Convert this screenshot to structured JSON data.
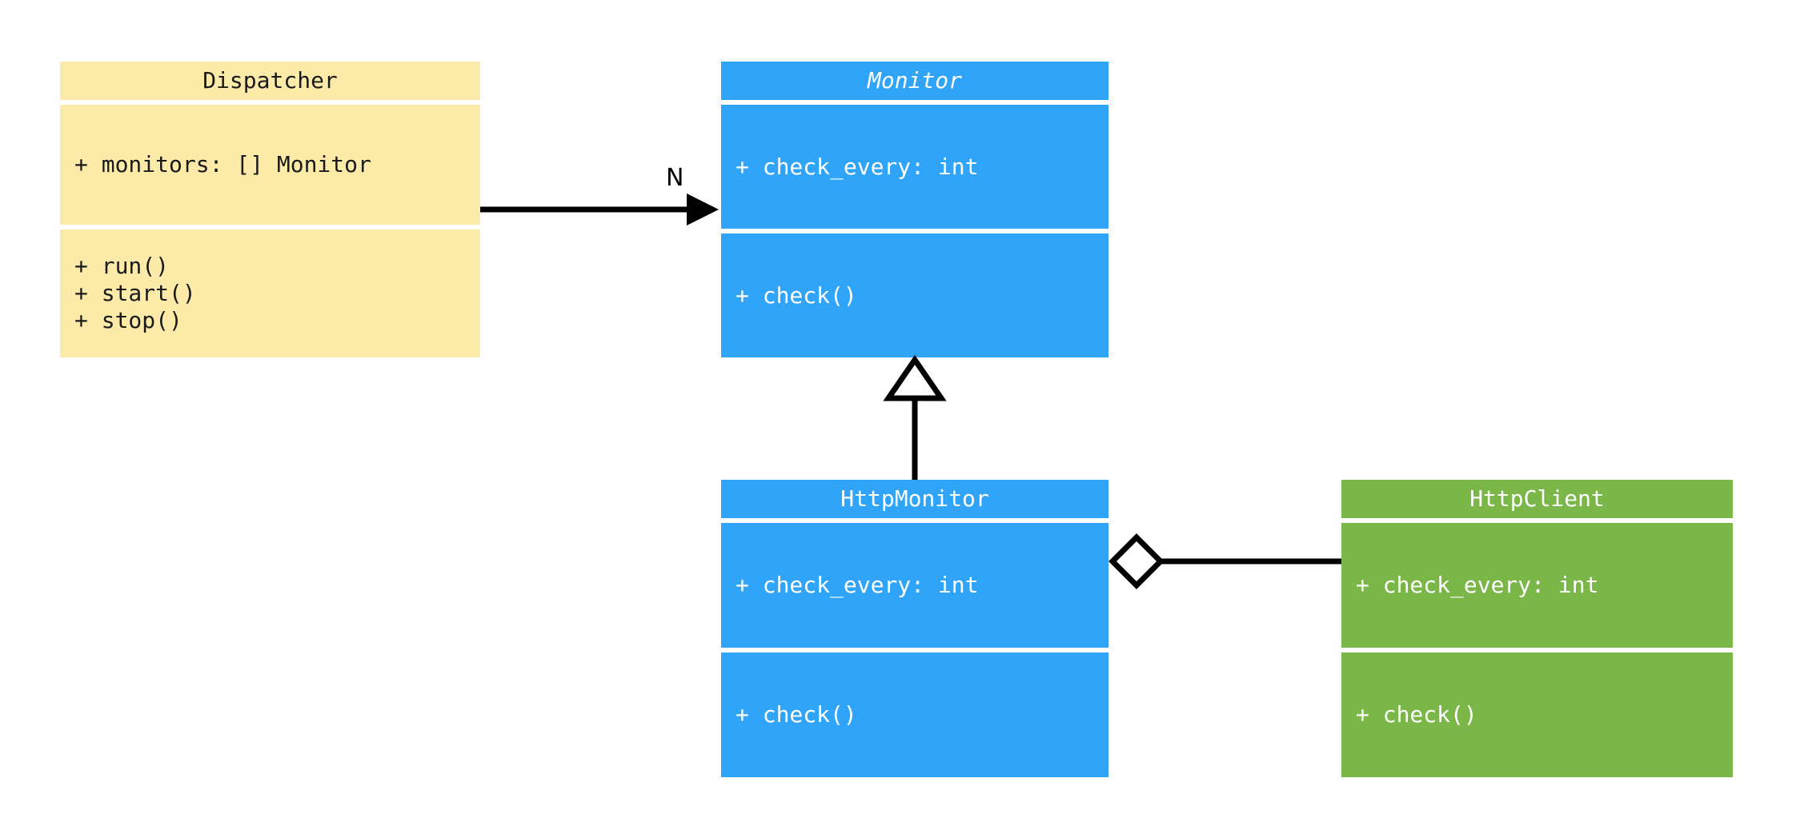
{
  "diagram": {
    "type": "uml-class-diagram",
    "background": "#ffffff",
    "colors": {
      "yellow": "#fceba8",
      "blue": "#2fa4f8",
      "green": "#7ab648",
      "line": "#000000",
      "separator": "#ffffff",
      "dark_text": "#1a1a1a",
      "light_text": "#ffffff"
    }
  },
  "classes": {
    "dispatcher": {
      "name": "Dispatcher",
      "abstract": false,
      "color": "#fceba8",
      "attributes": [
        "+ monitors: [] Monitor"
      ],
      "methods": [
        "+ run()",
        "+ start()",
        "+ stop()"
      ]
    },
    "monitor": {
      "name": "Monitor",
      "abstract": true,
      "color": "#2fa4f8",
      "attributes": [
        "+ check_every: int"
      ],
      "methods": [
        "+ check()"
      ]
    },
    "http_monitor": {
      "name": "HttpMonitor",
      "abstract": false,
      "color": "#2fa4f8",
      "attributes": [
        "+ check_every: int"
      ],
      "methods": [
        "+ check()"
      ]
    },
    "http_client": {
      "name": "HttpClient",
      "abstract": false,
      "color": "#7ab648",
      "attributes": [
        "+ check_every: int"
      ],
      "methods": [
        "+ check()"
      ]
    }
  },
  "relationships": {
    "dispatcher_to_monitor": {
      "from": "Dispatcher",
      "to": "Monitor",
      "kind": "association-directed",
      "label": "N"
    },
    "httpmonitor_to_monitor": {
      "from": "HttpMonitor",
      "to": "Monitor",
      "kind": "generalization",
      "label": ""
    },
    "httpmonitor_to_httpclient": {
      "from": "HttpMonitor",
      "to": "HttpClient",
      "kind": "aggregation",
      "label": ""
    }
  }
}
